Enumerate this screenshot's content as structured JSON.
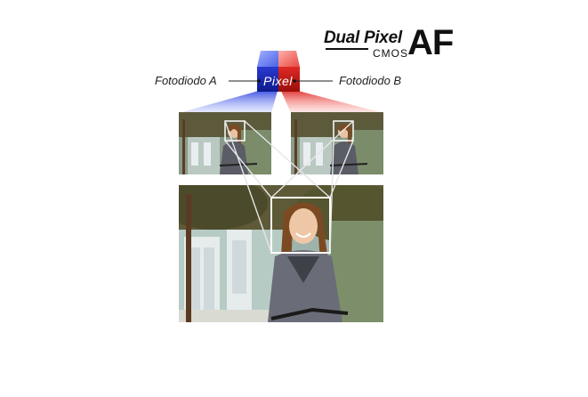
{
  "logo": {
    "line1": "Dual Pixel",
    "line2": "CMOS",
    "big": "AF"
  },
  "pixel": {
    "label": "Pixel",
    "left_color": "#1f2fbf",
    "right_color": "#d41f1f"
  },
  "photodiodes": {
    "a": "Fotodiodo A",
    "b": "Fotodiodo B"
  },
  "photos": {
    "left_subimage": "girl-on-bicycle-left",
    "right_subimage": "girl-on-bicycle-right",
    "main_image": "girl-on-bicycle-combined"
  }
}
